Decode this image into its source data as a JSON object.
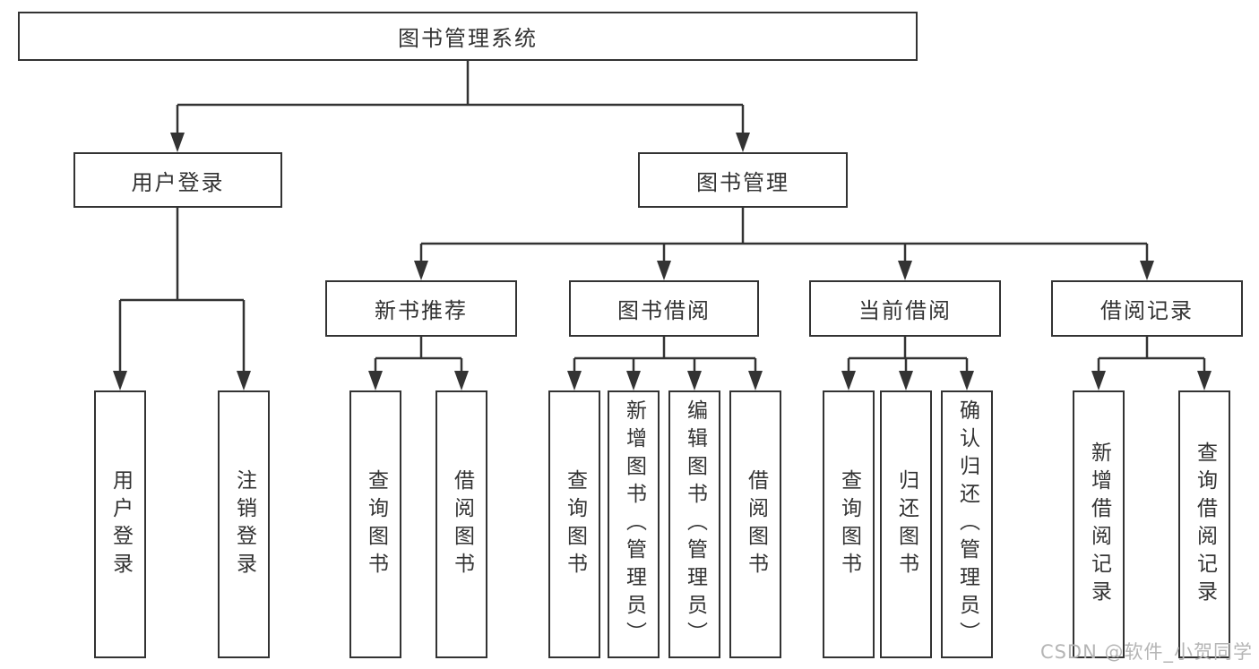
{
  "nodes": {
    "root": "图书管理系统",
    "user_login": "用户登录",
    "book_mgmt": "图书管理",
    "new_book_rec": "新书推荐",
    "book_borrow": "图书借阅",
    "current_borrow": "当前借阅",
    "borrow_records": "借阅记录",
    "leaf_user_login": "用户登录",
    "leaf_logout": "注销登录",
    "leaf_query_books_1": "查询图书",
    "leaf_borrow_books_1": "借阅图书",
    "leaf_query_books_2": "查询图书",
    "leaf_add_books": "新增图书（管理员）",
    "leaf_edit_books": "编辑图书（管理员）",
    "leaf_borrow_books_2": "借阅图书",
    "leaf_query_books_3": "查询图书",
    "leaf_return_books": "归还图书",
    "leaf_confirm_return": "确认归还（管理员）",
    "leaf_add_borrow_record": "新增借阅记录",
    "leaf_query_borrow_record": "查询借阅记录"
  },
  "watermark": {
    "text": "CSDN @软件_小贺同学"
  },
  "colors": {
    "line": "#333333",
    "box_border": "#333333",
    "text": "#333333",
    "watermark_text": "#b5b5b5",
    "background": "#ffffff"
  },
  "chart_data": {
    "type": "table",
    "title": "图书管理系统功能结构图",
    "hierarchy": {
      "图书管理系统": {
        "用户登录": [
          "用户登录",
          "注销登录"
        ],
        "图书管理": {
          "新书推荐": [
            "查询图书",
            "借阅图书"
          ],
          "图书借阅": [
            "查询图书",
            "新增图书（管理员）",
            "编辑图书（管理员）",
            "借阅图书"
          ],
          "当前借阅": [
            "查询图书",
            "归还图书",
            "确认归还（管理员）"
          ],
          "借阅记录": [
            "新增借阅记录",
            "查询借阅记录"
          ]
        }
      }
    }
  }
}
